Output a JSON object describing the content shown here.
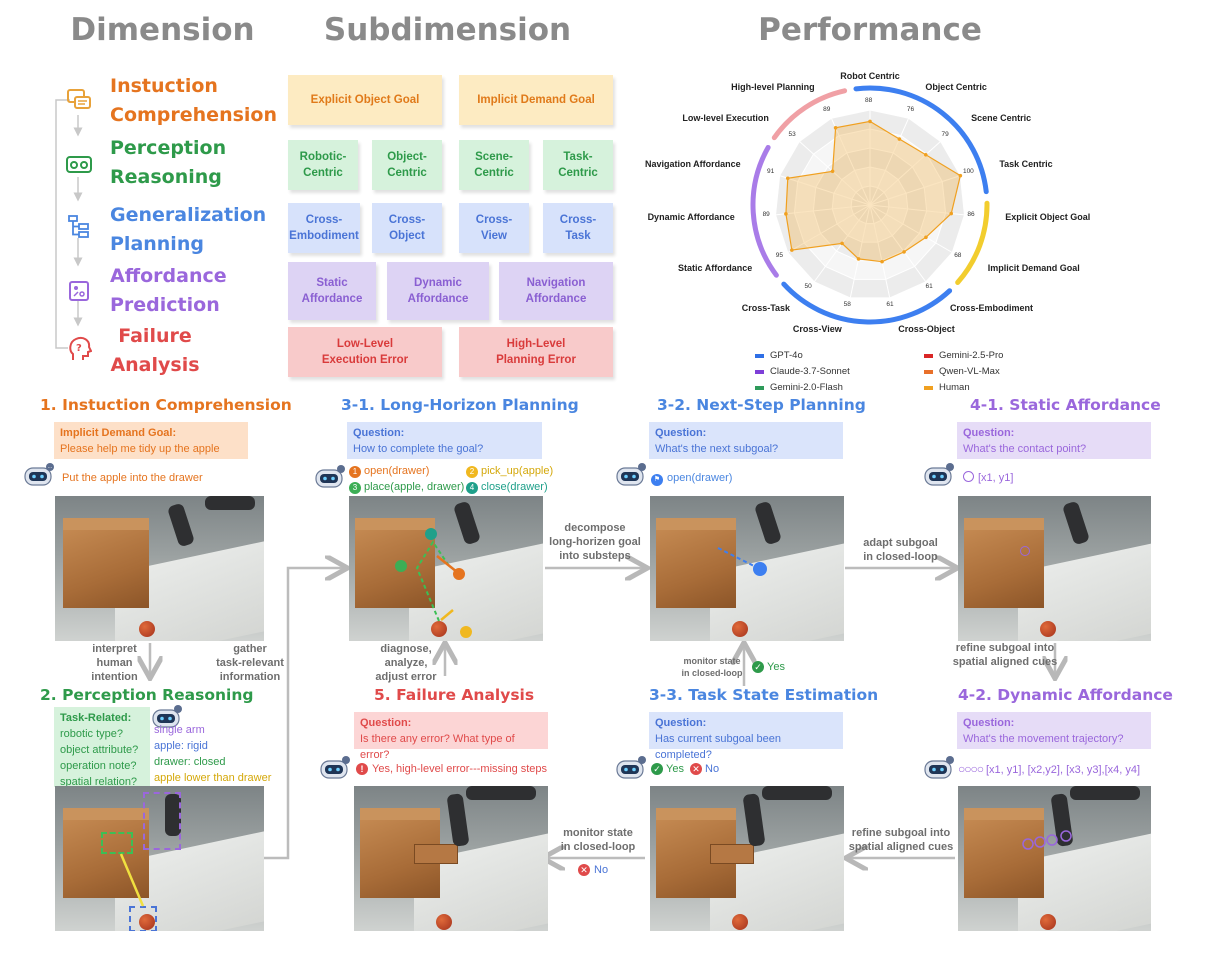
{
  "headers": {
    "dimension": "Dimension",
    "subdimension": "Subdimension",
    "performance": "Performance"
  },
  "dimensions": [
    {
      "label": "Instuction\nComprehension",
      "color": "#e5741f",
      "icon": "chat-icon"
    },
    {
      "label": "Perception\nReasoning",
      "color": "#2e9a4a",
      "icon": "vr-headset-icon"
    },
    {
      "label": "Generalization\nPlanning",
      "color": "#4a86e0",
      "icon": "hierarchy-icon"
    },
    {
      "label": "Affordance\nPrediction",
      "color": "#9a67dc",
      "icon": "target-board-icon"
    },
    {
      "label": "Failure\nAnalysis",
      "color": "#e04a4a",
      "icon": "head-question-icon"
    }
  ],
  "subdimensions": {
    "explicit_object_goal": "Explicit Object Goal",
    "implicit_demand_goal": "Implicit Demand Goal",
    "robotic_centric": "Robotic-\nCentric",
    "object_centric": "Object-\nCentric",
    "scene_centric": "Scene-\nCentric",
    "task_centric": "Task-\nCentric",
    "cross_embodiment": "Cross-\nEmbodiment",
    "cross_object": "Cross-\nObject",
    "cross_view": "Cross-\nView",
    "cross_task": "Cross-\nTask",
    "static_affordance": "Static\nAffordance",
    "dynamic_affordance": "Dynamic\nAffordance",
    "navigation_affordance": "Navigation\nAffordance",
    "low_level_error": "Low-Level\nExecution Error",
    "high_level_error": "High-Level\nPlanning Error"
  },
  "radar": {
    "axes": [
      "Robot Centric",
      "Object Centric",
      "Scene Centric",
      "Task Centric",
      "Explicit Object Goal",
      "Implicit Demand Goal",
      "Cross-Embodiment",
      "Cross-Object",
      "Cross-View",
      "Cross-Task",
      "Static Affordance",
      "Dynamic Affordance",
      "Navigation Affordance",
      "Low-level Execution",
      "High-level Planning"
    ],
    "human_scores": [
      "88",
      "76",
      "79",
      "100",
      "86",
      "68",
      "61",
      "61",
      "58",
      "50",
      "95",
      "89",
      "91",
      "53",
      "89"
    ],
    "arc_colors": [
      "#3d7ff0",
      "#3d7ff0",
      "#f2cd2e",
      "#f2cd2e",
      "#33aa88",
      "#33aa88",
      "#a97ce8",
      "#a97ce8",
      "#f0a0a5"
    ],
    "legend": [
      {
        "name": "GPT-4o",
        "color": "#2f6fe6"
      },
      {
        "name": "Gemini-2.5-Pro",
        "color": "#d92626"
      },
      {
        "name": "Claude-3.7-Sonnet",
        "color": "#7e3fd8"
      },
      {
        "name": "Qwen-VL-Max",
        "color": "#e8702a"
      },
      {
        "name": "Gemini-2.0-Flash",
        "color": "#2e9a5a"
      },
      {
        "name": "Human",
        "color": "#f0a020"
      }
    ]
  },
  "s1": {
    "title": "1. Instuction Comprehension",
    "q_title": "Implicit Demand Goal:",
    "q_text": "Please help me tidy up the apple",
    "answer": "Put the apple into the drawer"
  },
  "s2": {
    "title": "2. Perception Reasoning",
    "task_title": "Task-Related:",
    "task_items": [
      "robotic type?",
      "object attribute?",
      "operation note?",
      "spatial relation?"
    ],
    "answers": [
      "single arm",
      "apple: rigid",
      "drawer: closed",
      "apple lower than drawer"
    ]
  },
  "s31": {
    "title": "3-1. Long-Horizon Planning",
    "q_title": "Question:",
    "q_text": "How to complete the goal?",
    "steps": [
      "open(drawer)",
      "pick_up(apple)",
      "place(apple, drawer)",
      "close(drawer)"
    ],
    "step_nums": [
      "1",
      "2",
      "3",
      "4"
    ]
  },
  "s32": {
    "title": "3-2. Next-Step Planning",
    "q_title": "Question:",
    "q_text": "What's the next subgoal?",
    "answer": "open(drawer)"
  },
  "s33": {
    "title": "3-3. Task State Estimation",
    "q_title": "Question:",
    "q_text": "Has current subgoal been completed?",
    "yes": "Yes",
    "no": "No"
  },
  "s41": {
    "title": "4-1. Static Affordance",
    "q_title": "Question:",
    "q_text": "What's the contact point?",
    "answer": "[x1, y1]"
  },
  "s42": {
    "title": "4-2. Dynamic Affordance",
    "q_title": "Question:",
    "q_text": "What's the movement trajectory?",
    "answer": "[x1, y1], [x2,y2], [x3, y3],[x4, y4]"
  },
  "s5": {
    "title": "5. Failure Analysis",
    "q_title": "Question:",
    "q_text": "Is there any error? What type of error?",
    "answer": "Yes, high-level error---missing steps"
  },
  "flow": {
    "interpret": "interpret\nhuman\nintention",
    "gather": "gather\ntask-relevant\ninformation",
    "decompose": "decompose\nlong-horizen goal\ninto substeps",
    "adapt": "adapt subgoal\nin closed-loop",
    "refine1": "refine subgoal into\nspatial aligned cues",
    "refine2": "refine subgoal into\nspatial aligned cues",
    "monitor_small": "monitor state\nin closed-loop",
    "monitor_yes": "Yes",
    "diagnose": "diagnose,\nanalyze,\nadjust error",
    "monitor2": "monitor state\nin closed-loop",
    "monitor2_no": "No"
  }
}
